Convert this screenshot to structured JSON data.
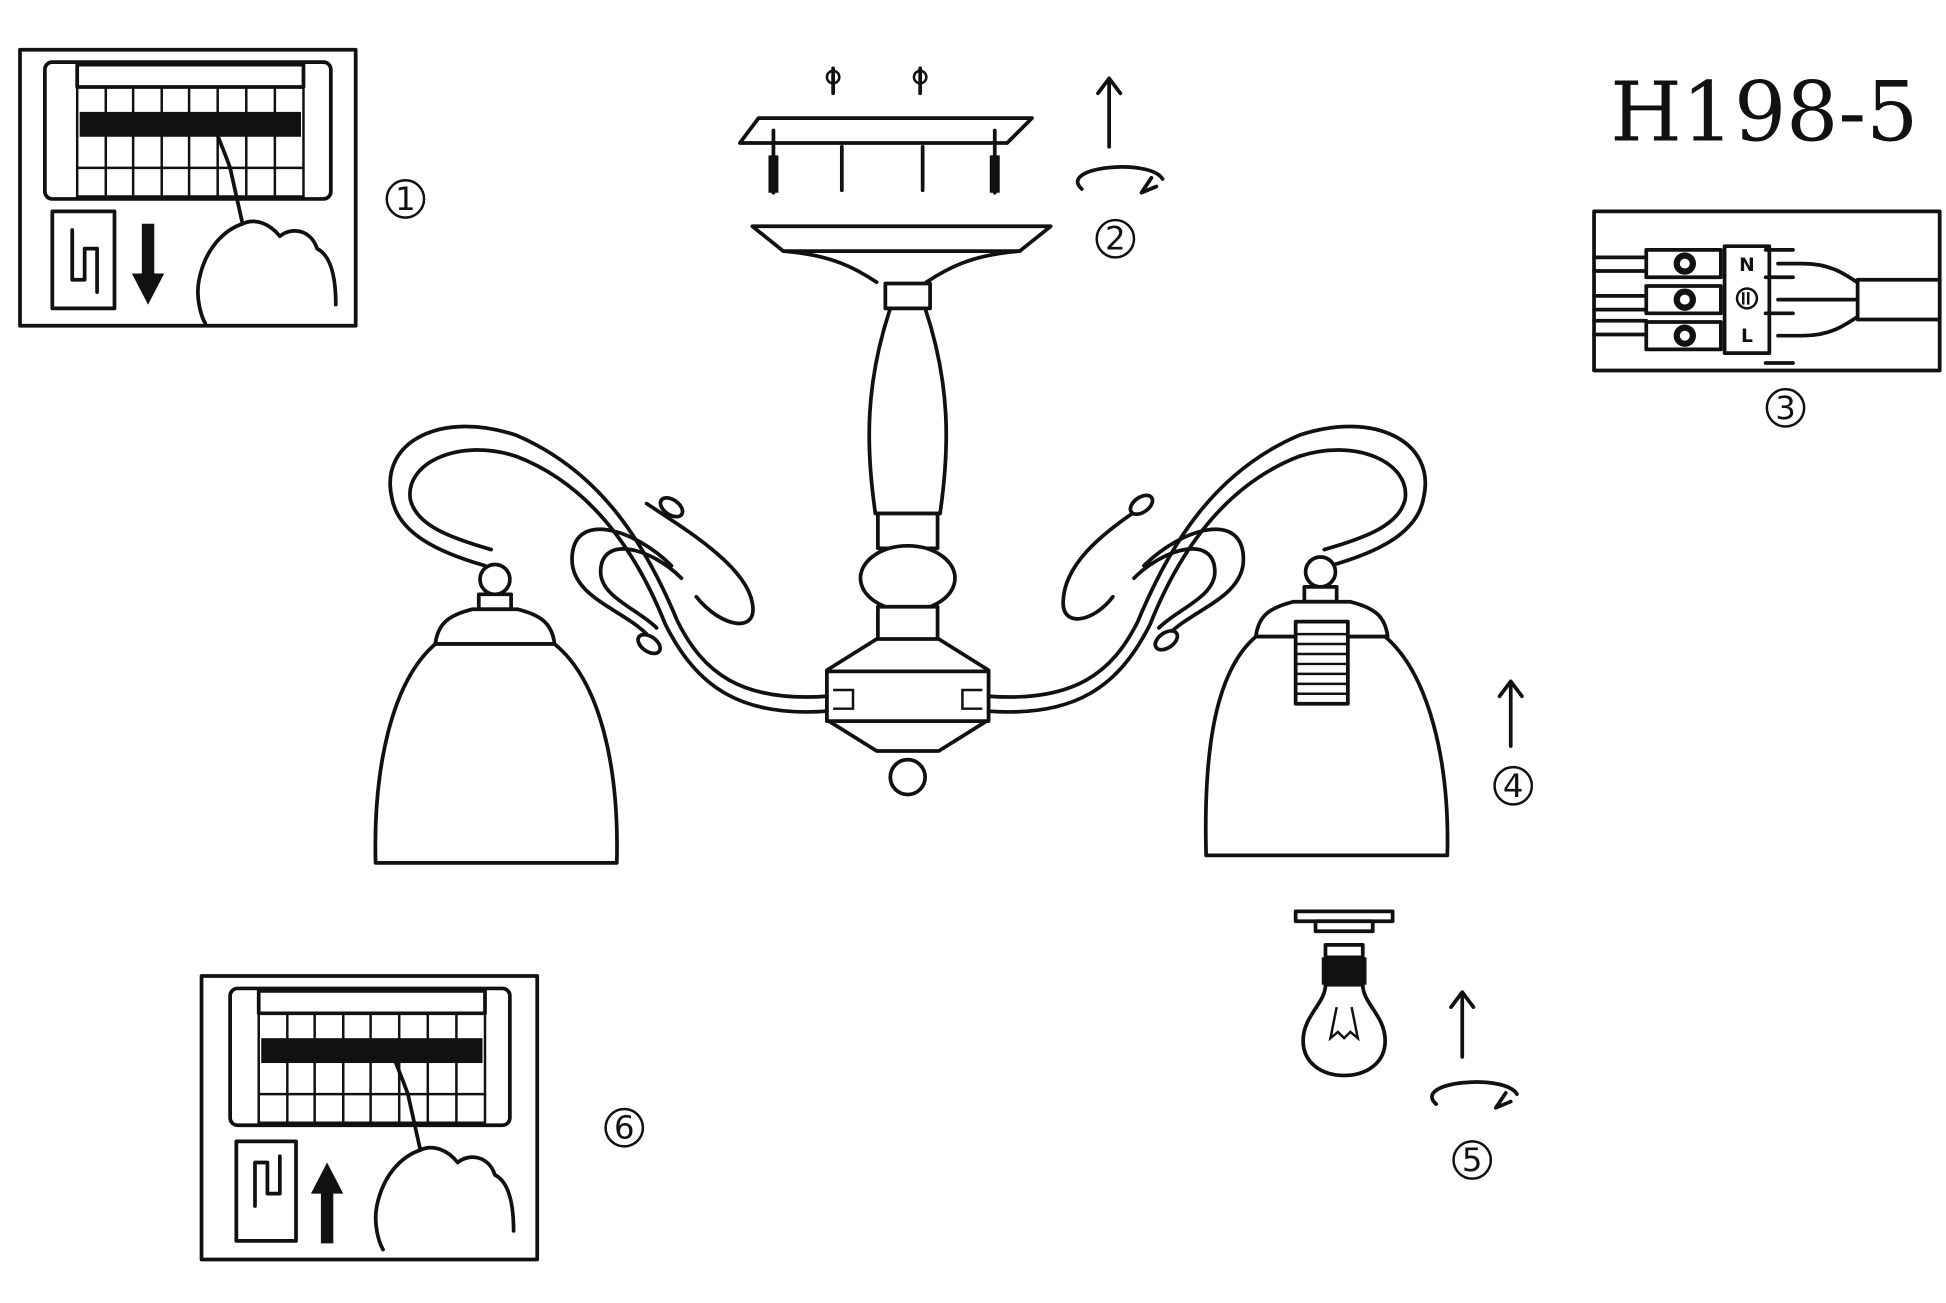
{
  "title": "H198-5",
  "steps": {
    "s1": "1",
    "s2": "2",
    "s3": "3",
    "s4": "4",
    "s5": "5",
    "s6": "6"
  },
  "terminals": {
    "neutral": "N",
    "earth": "earth-symbol",
    "live": "L"
  }
}
